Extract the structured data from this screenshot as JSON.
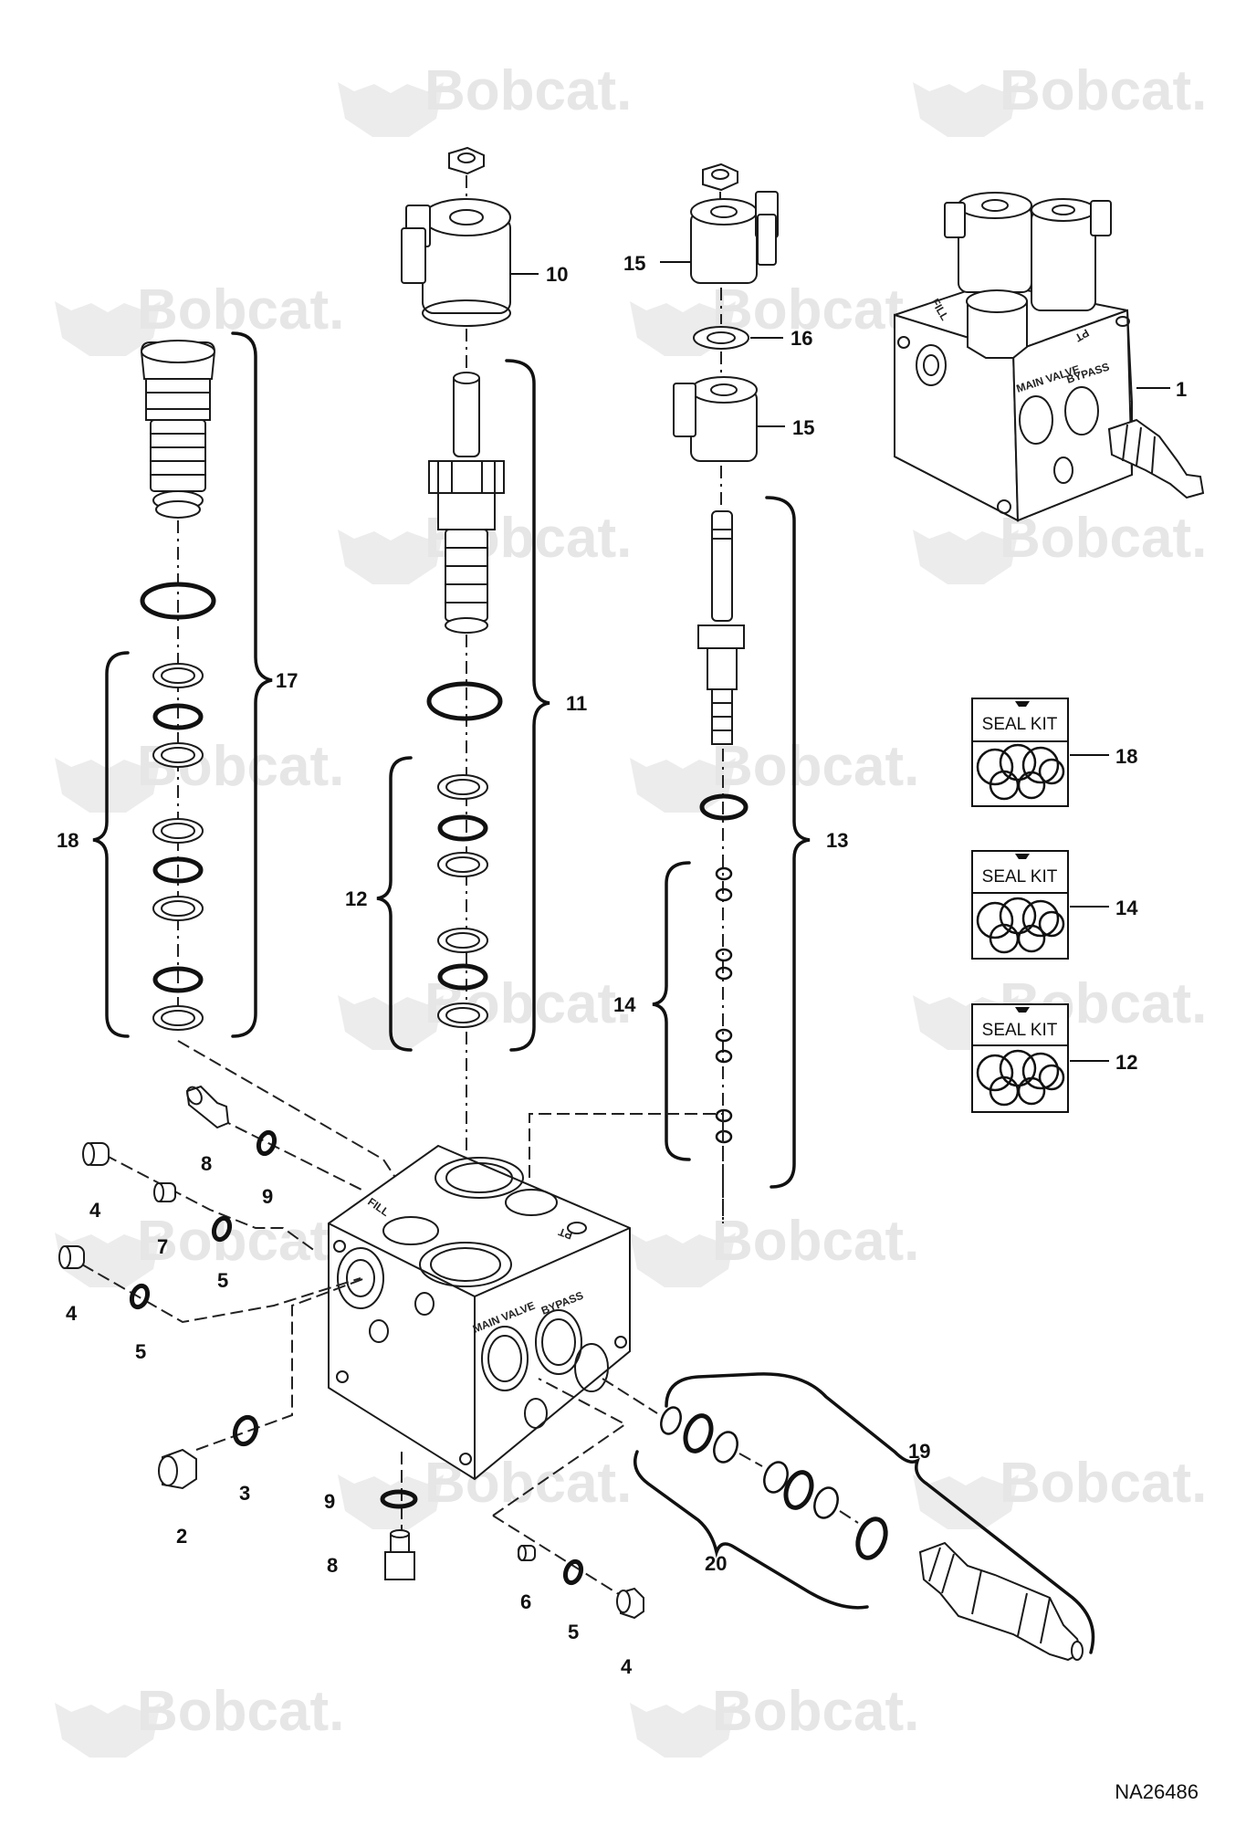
{
  "watermark": "Bobcat.",
  "figure_id": "NA26486",
  "seal_kit_label": "SEAL KIT",
  "block_labels": {
    "fill": "FILL",
    "pt": "PT",
    "main_valve": "MAIN VALVE",
    "bypass": "BYPASS"
  },
  "callouts": {
    "c1": "1",
    "c2": "2",
    "c3": "3",
    "c4a": "4",
    "c4b": "4",
    "c4c": "4",
    "c5a": "5",
    "c5b": "5",
    "c5c": "5",
    "c6": "6",
    "c7": "7",
    "c8a": "8",
    "c8b": "8",
    "c9a": "9",
    "c9b": "9",
    "c10": "10",
    "c11": "11",
    "c12a": "12",
    "c12b": "12",
    "c13": "13",
    "c14a": "14",
    "c14b": "14",
    "c15a": "15",
    "c15b": "15",
    "c16": "16",
    "c17": "17",
    "c18a": "18",
    "c18b": "18",
    "c19": "19",
    "c20": "20"
  },
  "seal_kits": [
    {
      "name": "18"
    },
    {
      "name": "14"
    },
    {
      "name": "12"
    }
  ]
}
